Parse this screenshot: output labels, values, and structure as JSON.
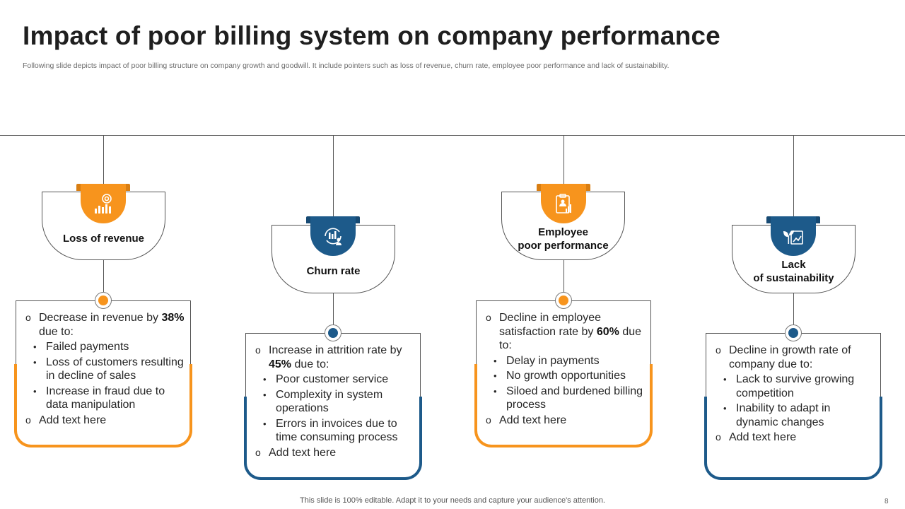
{
  "header": {
    "title": "Impact of poor billing system on company performance",
    "subtitle": "Following slide depicts impact of poor billing structure on company growth and goodwill. It include pointers such as loss of revenue, churn rate,  employee poor performance and lack of sustainability."
  },
  "colors": {
    "orange": "#f7941d",
    "blue": "#1d5a8a"
  },
  "columns": [
    {
      "label_line1": "Loss of revenue",
      "label_line2": "",
      "icon": "revenue-chart-gear-icon",
      "accent": "orange",
      "lead": {
        "pre": "Decrease in revenue by ",
        "bold": "38%",
        "post": " due to:"
      },
      "bullets": [
        "Failed payments",
        "Loss of customers resulting in decline of sales",
        "Increase  in fraud due to data manipulation"
      ],
      "add_text": "Add text here"
    },
    {
      "label_line1": "Churn rate",
      "label_line2": "",
      "icon": "churn-chart-people-icon",
      "accent": "blue",
      "lead": {
        "pre": "Increase  in attrition rate by ",
        "bold": "45%",
        "post": " due to:"
      },
      "bullets": [
        "Poor customer service",
        "Complexity in system operations",
        "Errors in invoices due to time consuming process"
      ],
      "add_text": "Add text here"
    },
    {
      "label_line1": "Employee",
      "label_line2": "poor performance",
      "icon": "employee-clipboard-chart-icon",
      "accent": "orange",
      "lead": {
        "pre": "Decline in employee satisfaction rate by ",
        "bold": "60%",
        "post": " due to:"
      },
      "bullets": [
        "Delay in payments",
        "No growth opportunities",
        "Siloed and burdened billing process"
      ],
      "add_text": "Add text here"
    },
    {
      "label_line1": "Lack",
      "label_line2": "of sustainability",
      "icon": "sustainability-plant-chart-icon",
      "accent": "blue",
      "lead": {
        "pre": "Decline in growth rate of company due to:",
        "bold": "",
        "post": ""
      },
      "bullets": [
        "Lack to survive growing competition",
        "Inability to adapt in dynamic changes"
      ],
      "add_text": "Add text here"
    }
  ],
  "footer": {
    "text": "This slide is 100% editable. Adapt it to your needs and capture your audience's attention.",
    "page_number": "8"
  }
}
